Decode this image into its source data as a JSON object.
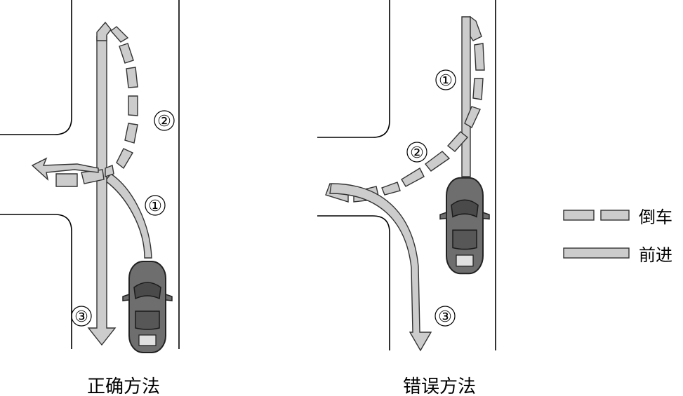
{
  "panels": [
    {
      "caption": "正确方法",
      "steps": [
        "①",
        "②",
        "③"
      ]
    },
    {
      "caption": "错误方法",
      "steps": [
        "①",
        "②",
        "③"
      ]
    }
  ],
  "legend": {
    "reverse_label": "倒车",
    "forward_label": "前进"
  },
  "colors": {
    "path_fill": "#cccccc",
    "path_stroke": "#333333",
    "car_body": "#6e6e6e",
    "car_outline": "#222222",
    "road_line": "#000000"
  }
}
